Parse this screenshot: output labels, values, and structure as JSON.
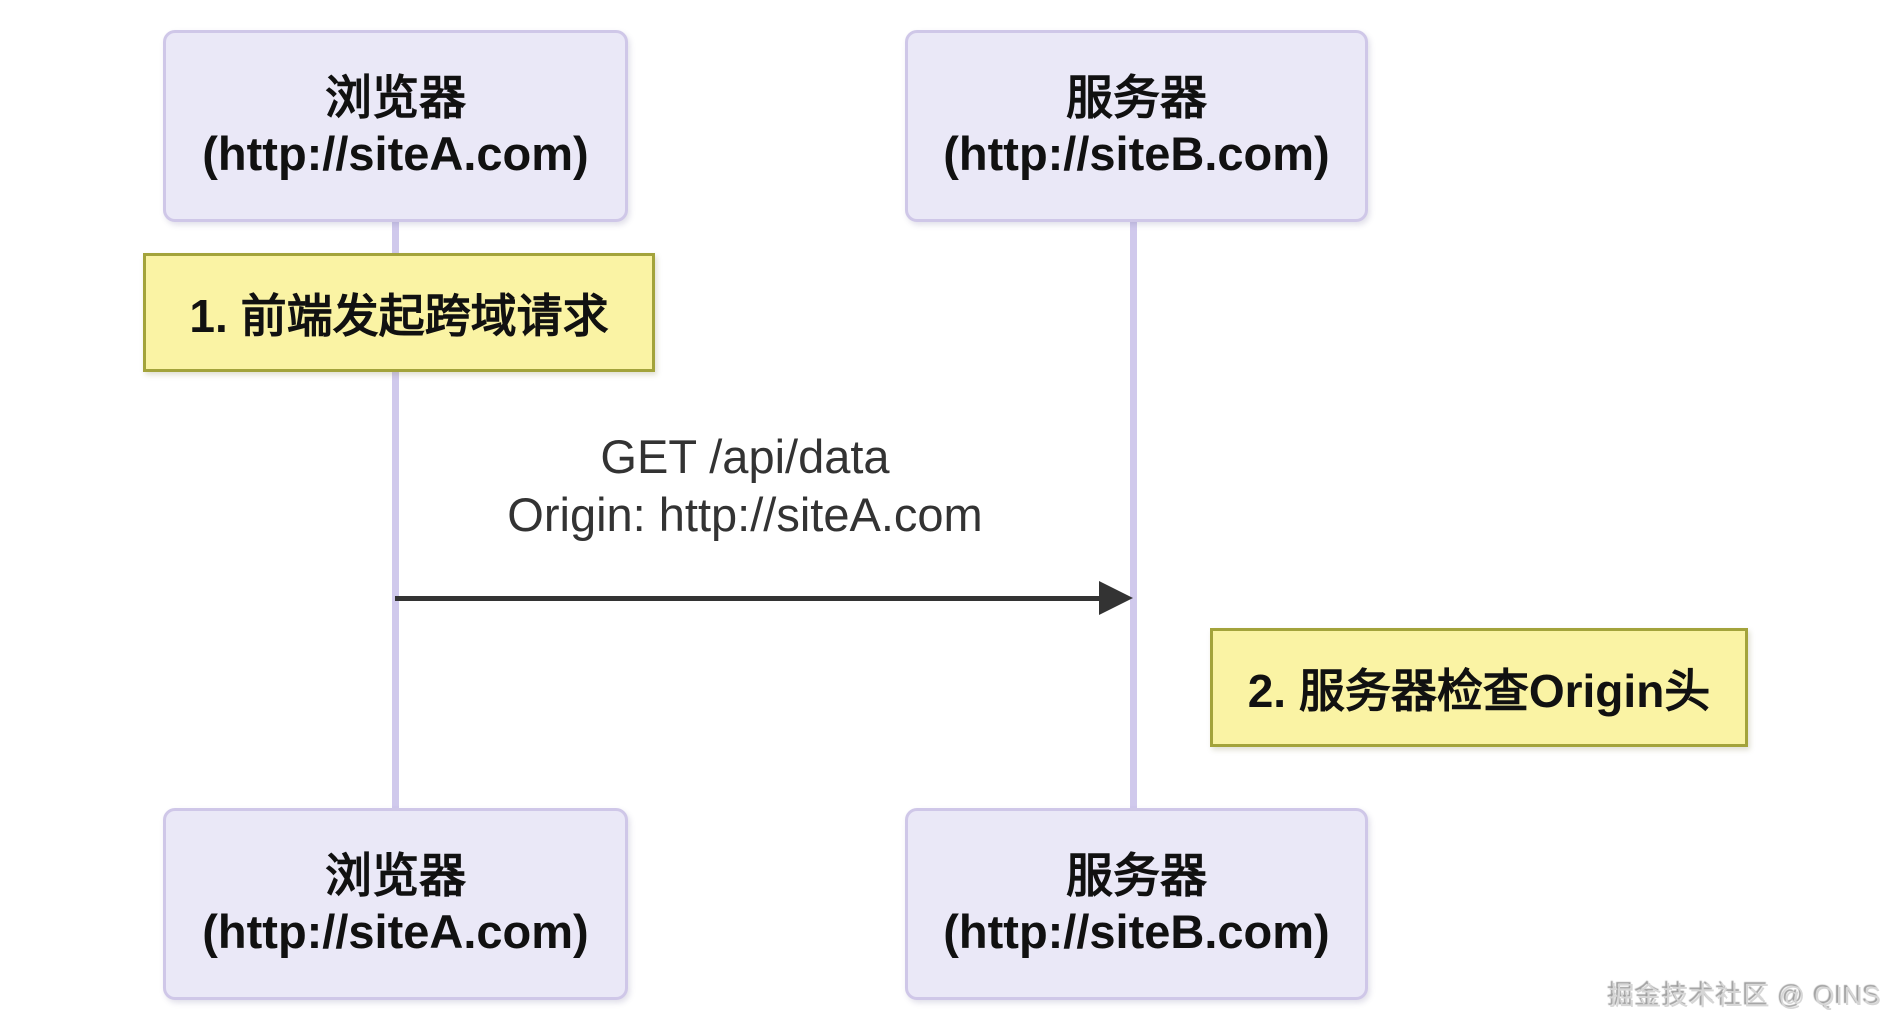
{
  "actors": {
    "browser": {
      "name": "浏览器",
      "origin": "(http://siteA.com)"
    },
    "server": {
      "name": "服务器",
      "origin": "(http://siteB.com)"
    }
  },
  "notes": [
    {
      "label": "1. 前端发起跨域请求"
    },
    {
      "label": "2. 服务器检查Origin头"
    }
  ],
  "message": {
    "line1": "GET /api/data",
    "line2": "Origin: http://siteA.com"
  },
  "watermark": "掘金技术社区 @ QINS",
  "colors": {
    "actor_fill": "#eae8f7",
    "actor_border": "#cfc7e8",
    "note_fill": "#faf3a4",
    "note_border": "#a3a33b",
    "lifeline": "#d0c9ec",
    "arrow": "#333333",
    "text": "#111111",
    "message_text": "#333333",
    "background": "#ffffff"
  }
}
